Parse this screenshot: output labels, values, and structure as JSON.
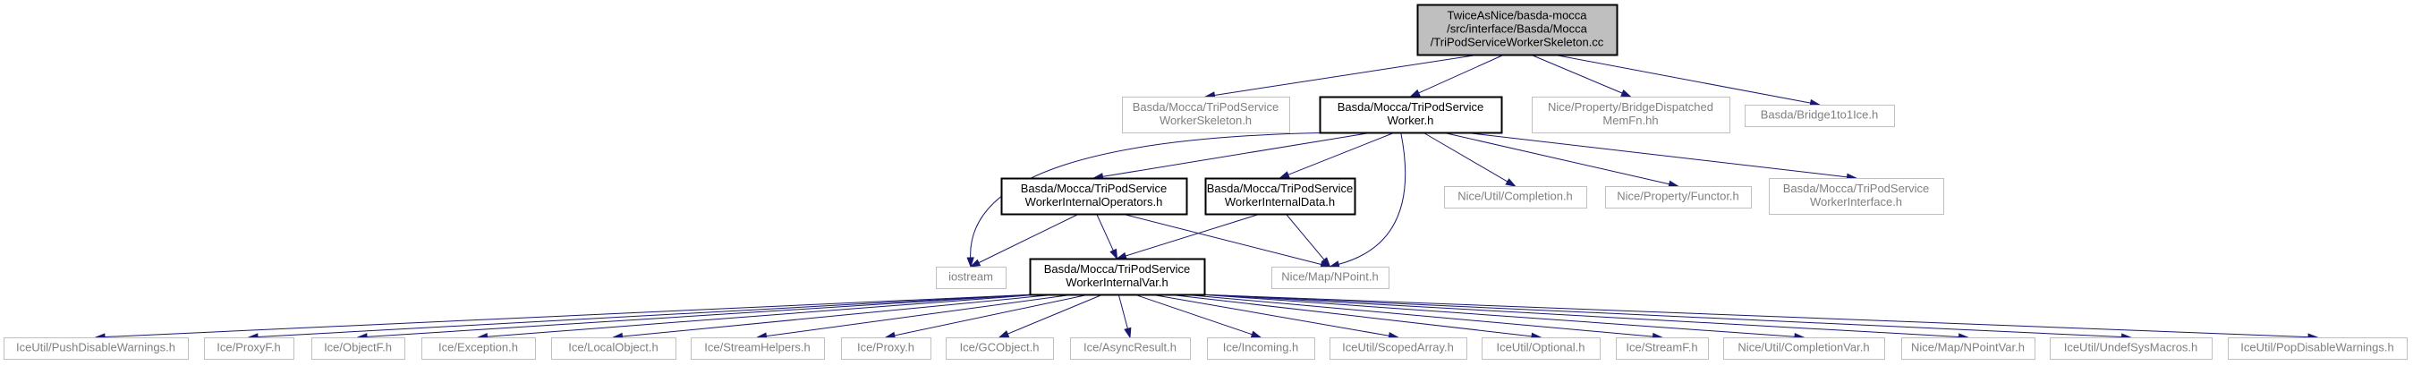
{
  "colors": {
    "root_fill": "#bfbfbf",
    "documented_border": "#000000",
    "undocumented_border": "#bfbfbf",
    "undocumented_text": "#808080",
    "edge": "#191970"
  },
  "nodes": {
    "root": {
      "lines": [
        "TwiceAsNice/basda-mocca",
        "/src/interface/Basda/Mocca",
        "/TriPodServiceWorkerSkeleton.cc"
      ]
    },
    "worker_skeleton_h": {
      "lines": [
        "Basda/Mocca/TriPodService",
        "WorkerSkeleton.h"
      ]
    },
    "worker_h": {
      "lines": [
        "Basda/Mocca/TriPodService",
        "Worker.h"
      ]
    },
    "bridge_dispatched": {
      "lines": [
        "Nice/Property/BridgeDispatched",
        "MemFn.hh"
      ]
    },
    "bridge1to1ice": {
      "lines": [
        "Basda/Bridge1to1Ice.h"
      ]
    },
    "internal_operators": {
      "lines": [
        "Basda/Mocca/TriPodService",
        "WorkerInternalOperators.h"
      ]
    },
    "internal_data": {
      "lines": [
        "Basda/Mocca/TriPodService",
        "WorkerInternalData.h"
      ]
    },
    "completion": {
      "lines": [
        "Nice/Util/Completion.h"
      ]
    },
    "functor": {
      "lines": [
        "Nice/Property/Functor.h"
      ]
    },
    "worker_interface": {
      "lines": [
        "Basda/Mocca/TriPodService",
        "WorkerInterface.h"
      ]
    },
    "iostream": {
      "lines": [
        "iostream"
      ]
    },
    "internal_var": {
      "lines": [
        "Basda/Mocca/TriPodService",
        "WorkerInternalVar.h"
      ]
    },
    "npoint": {
      "lines": [
        "Nice/Map/NPoint.h"
      ]
    },
    "push_disable": {
      "lines": [
        "IceUtil/PushDisableWarnings.h"
      ]
    },
    "proxyf": {
      "lines": [
        "Ice/ProxyF.h"
      ]
    },
    "objectf": {
      "lines": [
        "Ice/ObjectF.h"
      ]
    },
    "exception": {
      "lines": [
        "Ice/Exception.h"
      ]
    },
    "localobject": {
      "lines": [
        "Ice/LocalObject.h"
      ]
    },
    "streamhelpers": {
      "lines": [
        "Ice/StreamHelpers.h"
      ]
    },
    "proxy": {
      "lines": [
        "Ice/Proxy.h"
      ]
    },
    "gcobject": {
      "lines": [
        "Ice/GCObject.h"
      ]
    },
    "asyncresult": {
      "lines": [
        "Ice/AsyncResult.h"
      ]
    },
    "incoming": {
      "lines": [
        "Ice/Incoming.h"
      ]
    },
    "scopedarray": {
      "lines": [
        "IceUtil/ScopedArray.h"
      ]
    },
    "optional": {
      "lines": [
        "IceUtil/Optional.h"
      ]
    },
    "streamf": {
      "lines": [
        "Ice/StreamF.h"
      ]
    },
    "completionvar": {
      "lines": [
        "Nice/Util/CompletionVar.h"
      ]
    },
    "npointvar": {
      "lines": [
        "Nice/Map/NPointVar.h"
      ]
    },
    "undefsysmacros": {
      "lines": [
        "IceUtil/UndefSysMacros.h"
      ]
    },
    "pop_disable": {
      "lines": [
        "IceUtil/PopDisableWarnings.h"
      ]
    }
  }
}
